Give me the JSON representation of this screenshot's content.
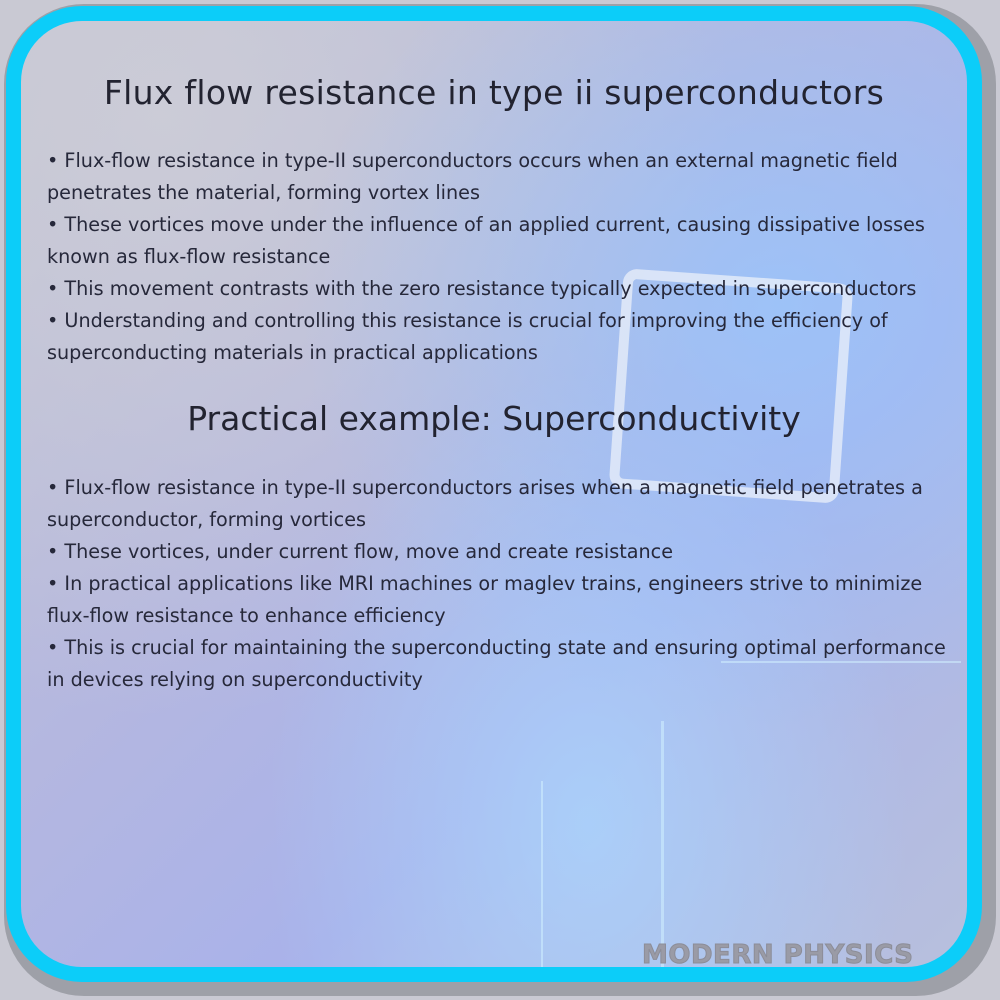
{
  "card": {
    "title": "Flux flow resistance in type ii superconductors",
    "section1_bullets": [
      "• Flux-flow resistance in type-II superconductors occurs when an external magnetic field penetrates the material, forming vortex lines",
      "• These vortices move under the influence of an applied current, causing dissipative losses known as flux-flow resistance",
      "• This movement contrasts with the zero resistance typically expected in superconductors",
      "• Understanding and controlling this resistance is crucial for improving the efficiency of superconducting materials in practical applications"
    ],
    "subtitle": "Practical example: Superconductivity",
    "section2_bullets": [
      "• Flux-flow resistance in type-II superconductors arises when a magnetic field penetrates a superconductor, forming vortices",
      "• These vortices, under current flow, move and create resistance",
      "• In practical applications like MRI machines or maglev trains, engineers strive to minimize flux-flow resistance to enhance efficiency",
      "• This is crucial for maintaining the superconducting state and ensuring optimal performance in devices relying on superconductivity"
    ]
  },
  "branding": {
    "logo_text": "MODERN PHYSICS"
  },
  "colors": {
    "border": "#0ccdf9",
    "text": "#222330",
    "logo": "#9a9ba6"
  }
}
